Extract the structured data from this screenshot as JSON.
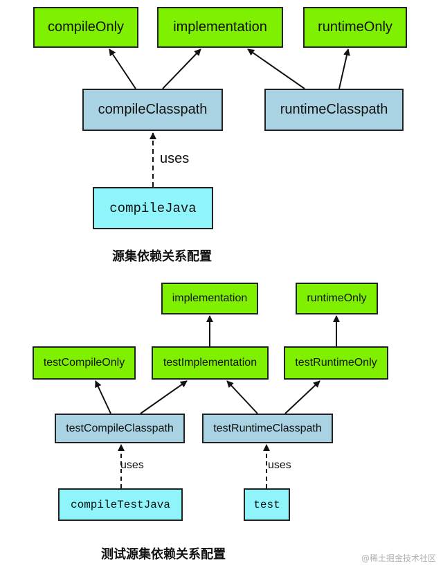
{
  "top": {
    "compileOnly": "compileOnly",
    "implementation": "implementation",
    "runtimeOnly": "runtimeOnly",
    "compileClasspath": "compileClasspath",
    "runtimeClasspath": "runtimeClasspath",
    "compileJava": "compileJava",
    "uses": "uses",
    "caption": "源集依赖关系配置"
  },
  "bottom": {
    "implementation": "implementation",
    "runtimeOnly": "runtimeOnly",
    "testCompileOnly": "testCompileOnly",
    "testImplementation": "testImplementation",
    "testRuntimeOnly": "testRuntimeOnly",
    "testCompileClasspath": "testCompileClasspath",
    "testRuntimeClasspath": "testRuntimeClasspath",
    "compileTestJava": "compileTestJava",
    "test": "test",
    "uses_left": "uses",
    "uses_right": "uses",
    "caption": "测试源集依赖关系配置"
  },
  "watermark": "@稀土掘金技术社区",
  "colors": {
    "configuration": "#7ff000",
    "classpath": "#a9d3e2",
    "task": "#8ff5fb",
    "border": "#222222"
  }
}
